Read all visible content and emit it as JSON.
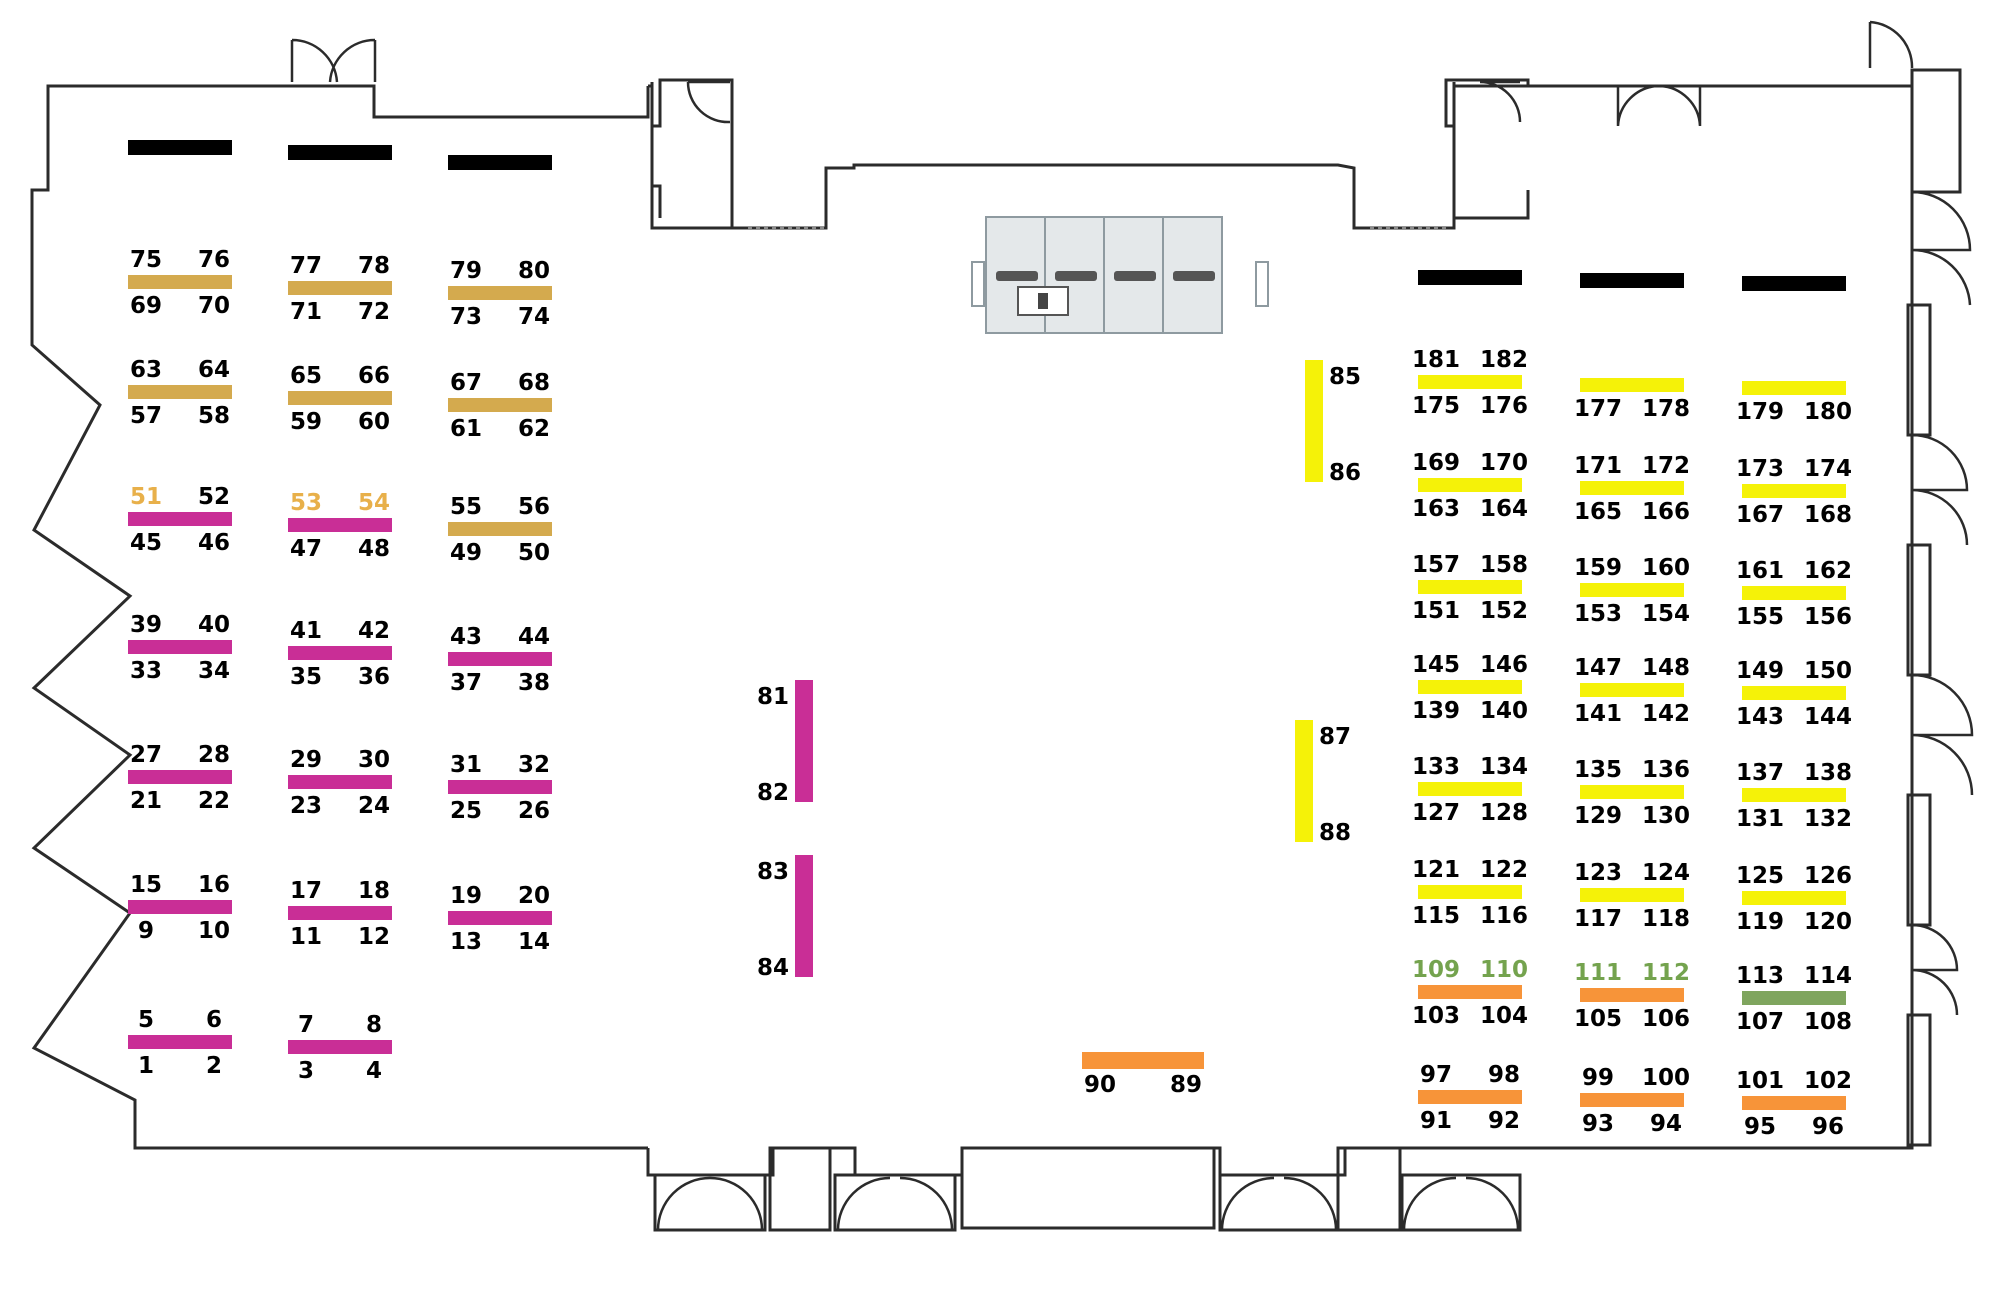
{
  "colors": {
    "gold": "#D4AA4E",
    "magenta": "#C92E96",
    "yellow": "#F5F208",
    "orange": "#F79439",
    "green": "#7FA55E",
    "black": "#000000",
    "wall": "#2b2b2b",
    "label": "#000000",
    "label_gold": "#E8B04A",
    "label_green": "#74A34E"
  },
  "stage_icon": "presentation-stage-icon",
  "booth_rows": [
    {
      "color": "black",
      "top": [],
      "bottom": []
    },
    {
      "color": "black",
      "top": [],
      "bottom": []
    },
    {
      "color": "black",
      "top": [],
      "bottom": []
    },
    {
      "color": "gold",
      "top": [
        "75",
        "76"
      ],
      "bottom": [
        "69",
        "70"
      ]
    },
    {
      "color": "gold",
      "top": [
        "77",
        "78"
      ],
      "bottom": [
        "71",
        "72"
      ]
    },
    {
      "color": "gold",
      "top": [
        "79",
        "80"
      ],
      "bottom": [
        "73",
        "74"
      ]
    },
    {
      "color": "gold",
      "top": [
        "63",
        "64"
      ],
      "bottom": [
        "57",
        "58"
      ]
    },
    {
      "color": "gold",
      "top": [
        "65",
        "66"
      ],
      "bottom": [
        "59",
        "60"
      ]
    },
    {
      "color": "gold",
      "top": [
        "67",
        "68"
      ],
      "bottom": [
        "61",
        "62"
      ]
    },
    {
      "color": "magenta",
      "top": [
        "51",
        "52"
      ],
      "bottom": [
        "45",
        "46"
      ],
      "top_colors": [
        "label_gold",
        "label"
      ]
    },
    {
      "color": "magenta",
      "top": [
        "53",
        "54"
      ],
      "bottom": [
        "47",
        "48"
      ],
      "top_colors": [
        "label_gold",
        "label_gold"
      ]
    },
    {
      "color": "gold",
      "top": [
        "55",
        "56"
      ],
      "bottom": [
        "49",
        "50"
      ]
    },
    {
      "color": "magenta",
      "top": [
        "39",
        "40"
      ],
      "bottom": [
        "33",
        "34"
      ]
    },
    {
      "color": "magenta",
      "top": [
        "41",
        "42"
      ],
      "bottom": [
        "35",
        "36"
      ]
    },
    {
      "color": "magenta",
      "top": [
        "43",
        "44"
      ],
      "bottom": [
        "37",
        "38"
      ]
    },
    {
      "color": "magenta",
      "top": [
        "27",
        "28"
      ],
      "bottom": [
        "21",
        "22"
      ]
    },
    {
      "color": "magenta",
      "top": [
        "29",
        "30"
      ],
      "bottom": [
        "23",
        "24"
      ]
    },
    {
      "color": "magenta",
      "top": [
        "31",
        "32"
      ],
      "bottom": [
        "25",
        "26"
      ]
    },
    {
      "color": "magenta",
      "top": [
        "15",
        "16"
      ],
      "bottom": [
        "9",
        "10"
      ]
    },
    {
      "color": "magenta",
      "top": [
        "17",
        "18"
      ],
      "bottom": [
        "11",
        "12"
      ]
    },
    {
      "color": "magenta",
      "top": [
        "19",
        "20"
      ],
      "bottom": [
        "13",
        "14"
      ]
    },
    {
      "color": "magenta",
      "top": [
        "5",
        "6"
      ],
      "bottom": [
        "1",
        "2"
      ]
    },
    {
      "color": "magenta",
      "top": [
        "7",
        "8"
      ],
      "bottom": [
        "3",
        "4"
      ]
    },
    {
      "color": "black",
      "top": [],
      "bottom": []
    },
    {
      "color": "black",
      "top": [],
      "bottom": []
    },
    {
      "color": "black",
      "top": [],
      "bottom": []
    },
    {
      "color": "yellow",
      "top": [
        "181",
        "182"
      ],
      "bottom": [
        "175",
        "176"
      ]
    },
    {
      "color": "yellow",
      "top": [],
      "bottom": [
        "177",
        "178"
      ]
    },
    {
      "color": "yellow",
      "top": [],
      "bottom": [
        "179",
        "180"
      ]
    },
    {
      "color": "yellow",
      "top": [
        "169",
        "170"
      ],
      "bottom": [
        "163",
        "164"
      ]
    },
    {
      "color": "yellow",
      "top": [
        "171",
        "172"
      ],
      "bottom": [
        "165",
        "166"
      ]
    },
    {
      "color": "yellow",
      "top": [
        "173",
        "174"
      ],
      "bottom": [
        "167",
        "168"
      ]
    },
    {
      "color": "yellow",
      "top": [
        "157",
        "158"
      ],
      "bottom": [
        "151",
        "152"
      ]
    },
    {
      "color": "yellow",
      "top": [
        "159",
        "160"
      ],
      "bottom": [
        "153",
        "154"
      ]
    },
    {
      "color": "yellow",
      "top": [
        "161",
        "162"
      ],
      "bottom": [
        "155",
        "156"
      ]
    },
    {
      "color": "yellow",
      "top": [
        "145",
        "146"
      ],
      "bottom": [
        "139",
        "140"
      ]
    },
    {
      "color": "yellow",
      "top": [
        "147",
        "148"
      ],
      "bottom": [
        "141",
        "142"
      ]
    },
    {
      "color": "yellow",
      "top": [
        "149",
        "150"
      ],
      "bottom": [
        "143",
        "144"
      ]
    },
    {
      "color": "yellow",
      "top": [
        "133",
        "134"
      ],
      "bottom": [
        "127",
        "128"
      ]
    },
    {
      "color": "yellow",
      "top": [
        "135",
        "136"
      ],
      "bottom": [
        "129",
        "130"
      ]
    },
    {
      "color": "yellow",
      "top": [
        "137",
        "138"
      ],
      "bottom": [
        "131",
        "132"
      ]
    },
    {
      "color": "yellow",
      "top": [
        "121",
        "122"
      ],
      "bottom": [
        "115",
        "116"
      ]
    },
    {
      "color": "yellow",
      "top": [
        "123",
        "124"
      ],
      "bottom": [
        "117",
        "118"
      ]
    },
    {
      "color": "yellow",
      "top": [
        "125",
        "126"
      ],
      "bottom": [
        "119",
        "120"
      ]
    },
    {
      "color": "orange",
      "top": [
        "109",
        "110"
      ],
      "bottom": [
        "103",
        "104"
      ],
      "top_colors": [
        "label_green",
        "label_green"
      ]
    },
    {
      "color": "orange",
      "top": [
        "111",
        "112"
      ],
      "bottom": [
        "105",
        "106"
      ],
      "top_colors": [
        "label_green",
        "label_green"
      ]
    },
    {
      "color": "green",
      "top": [
        "113",
        "114"
      ],
      "bottom": [
        "107",
        "108"
      ]
    },
    {
      "color": "orange",
      "top": [
        "97",
        "98"
      ],
      "bottom": [
        "91",
        "92"
      ]
    },
    {
      "color": "orange",
      "top": [
        "99",
        "100"
      ],
      "bottom": [
        "93",
        "94"
      ]
    },
    {
      "color": "orange",
      "top": [
        "101",
        "102"
      ],
      "bottom": [
        "95",
        "96"
      ]
    }
  ],
  "vertical_booths": [
    {
      "color": "yellow",
      "labels": [
        "85",
        "86"
      ],
      "side": "right"
    },
    {
      "color": "yellow",
      "labels": [
        "87",
        "88"
      ],
      "side": "right"
    },
    {
      "color": "magenta",
      "labels": [
        "81",
        "82"
      ],
      "side": "left"
    },
    {
      "color": "magenta",
      "labels": [
        "83",
        "84"
      ],
      "side": "left"
    }
  ],
  "horizontal_booth_below": {
    "color": "orange",
    "labels": [
      "90",
      "89"
    ]
  }
}
